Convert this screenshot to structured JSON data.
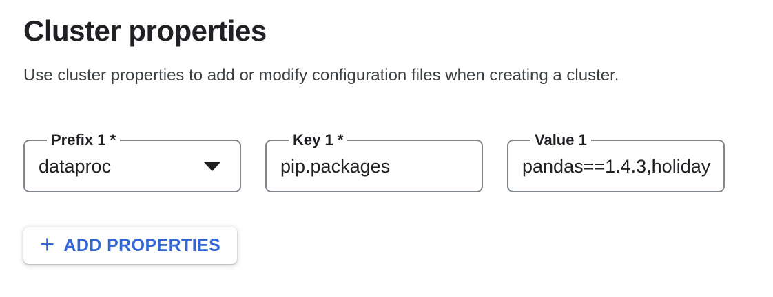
{
  "header": {
    "title": "Cluster properties",
    "description": "Use cluster properties to add or modify configuration files when creating a cluster."
  },
  "property_row": {
    "prefix_field": {
      "label": "Prefix 1 *",
      "value": "dataproc",
      "type": "select"
    },
    "key_field": {
      "label": "Key 1 *",
      "value": "pip.packages",
      "type": "text"
    },
    "value_field": {
      "label": "Value 1",
      "value": "pandas==1.4.3,holiday",
      "type": "text"
    }
  },
  "actions": {
    "add_properties": {
      "label": "ADD PROPERTIES"
    }
  },
  "icons": {
    "plus": "+",
    "dropdown_arrow": "arrow-drop-down"
  },
  "colors": {
    "accent_blue": "#3367d6",
    "border_gray": "#80868b",
    "text_primary": "#202124",
    "text_secondary": "#3c4043",
    "surface": "#ffffff"
  }
}
